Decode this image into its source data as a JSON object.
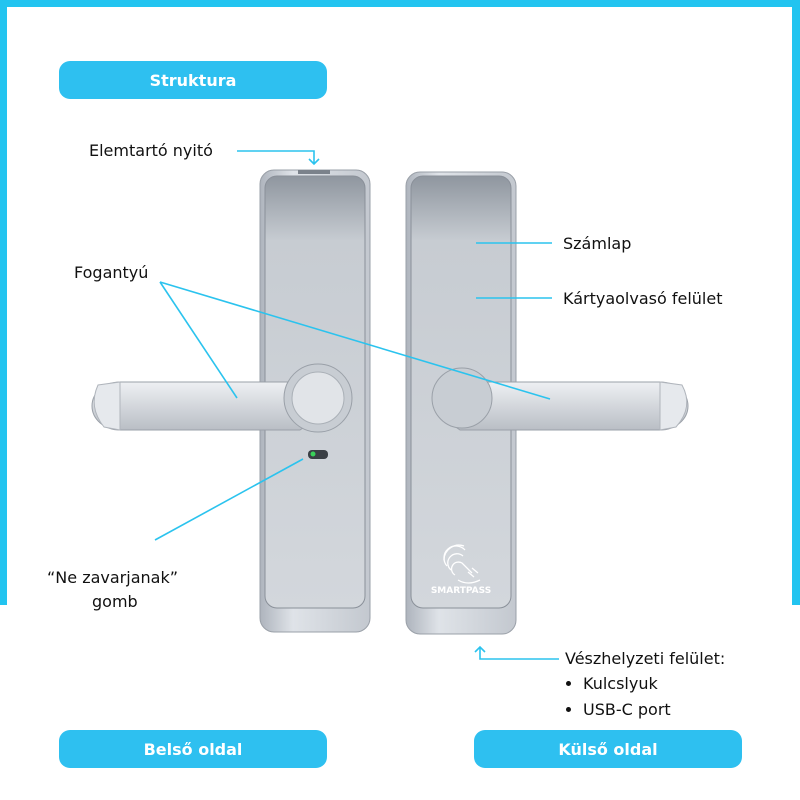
{
  "title": "Struktura",
  "inner_side_label": "Belső oldal",
  "outer_side_label": "Külső oldal",
  "callouts": {
    "battery_opener": "Elemtartó nyitó",
    "handle": "Fogantyú",
    "keypad": "Számlap",
    "card_reader": "Kártyaolvasó felület",
    "dnd_line1": "“Ne zavarjanak”",
    "dnd_line2": "gomb",
    "emergency": "Vészhelyzeti felület:",
    "emergency_items": [
      "Kulcslyuk",
      "USB-C port"
    ]
  },
  "brand_logo_text": "SMARTPASS",
  "colors": {
    "accent": "#2ec0f0",
    "line": "#2bc3ee"
  }
}
